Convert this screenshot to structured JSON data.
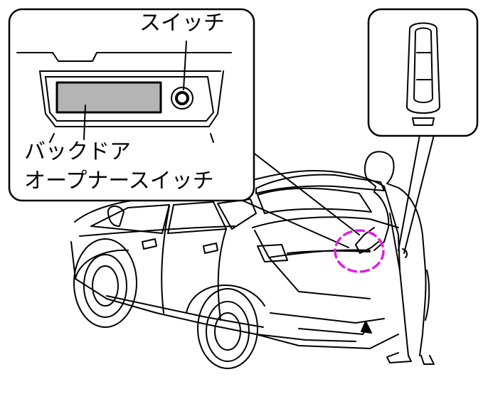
{
  "labels": {
    "switch": "スイッチ",
    "back_door_line1": "バックドア",
    "back_door_line2": "オープナースイッチ"
  },
  "colors": {
    "line": "#000000",
    "highlight_circle": "#e020e0",
    "switch_panel_fill": "#b4b4b4",
    "background": "#ffffff"
  },
  "icons": {
    "key_fob": "smart-key-icon",
    "car": "suv-rear-illustration",
    "person": "person-silhouette"
  }
}
